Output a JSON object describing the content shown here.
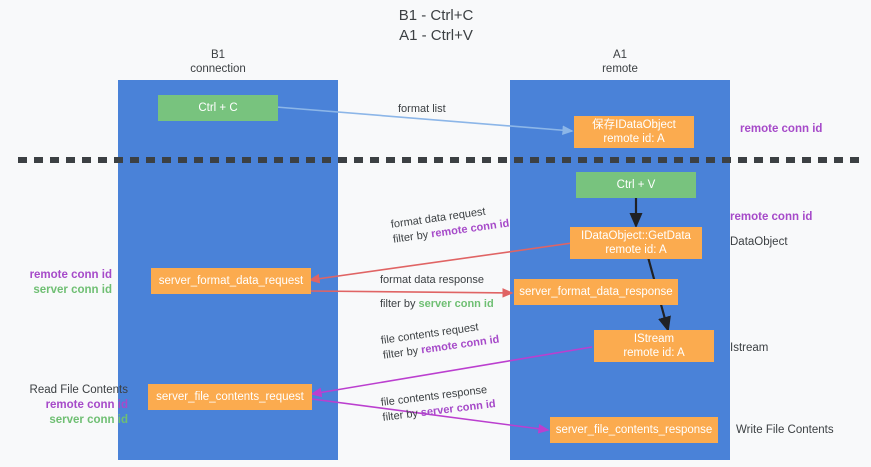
{
  "title": "B1 - Ctrl+C\nA1 - Ctrl+V",
  "colors": {
    "panel_blue": "#4a82d8",
    "node_orange": "#fbab4f",
    "node_green": "#78c37e",
    "accent_purple": "#a64ac9",
    "accent_green": "#6fbf73",
    "arrow_blue": "#8cb6e8",
    "arrow_red": "#e06464",
    "arrow_magenta": "#bb3fcf",
    "arrow_black": "#202124",
    "divider_black": "#3c4043",
    "background": "#f8f9fa"
  },
  "panels": [
    {
      "id": "b1",
      "title": "B1\nconnection"
    },
    {
      "id": "a1",
      "title": "A1\nremote"
    }
  ],
  "nodes": {
    "ctrl_c": {
      "line1": "Ctrl + C"
    },
    "save_idataobject": {
      "line1": "保存IDataObject",
      "line2": "remote id: A"
    },
    "ctrl_v": {
      "line1": "Ctrl + V"
    },
    "getdata": {
      "line1": "IDataObject::GetData",
      "line2": "remote id: A"
    },
    "server_format_data_request": {
      "line1": "server_format_data_request"
    },
    "server_format_data_response": {
      "line1": "server_format_data_response"
    },
    "istream": {
      "line1": "IStream",
      "line2": "remote id: A"
    },
    "server_file_contents_request": {
      "line1": "server_file_contents_request"
    },
    "server_file_contents_response": {
      "line1": "server_file_contents_response"
    }
  },
  "edge_labels": {
    "format_list": {
      "line1": "format list"
    },
    "format_data_request": {
      "line1": "format data request",
      "line2_prefix": "filter by ",
      "line2_highlight": "remote conn id"
    },
    "format_data_response": {
      "line1": "format data response",
      "line2_prefix": "filter by ",
      "line2_highlight": "server conn id"
    },
    "file_contents_request": {
      "line1": "file contents request",
      "line2_prefix": "filter by ",
      "line2_highlight": "remote conn id"
    },
    "file_contents_response": {
      "line1": "file contents response",
      "line2_prefix": "filter by ",
      "line2_highlight": "server conn id"
    }
  },
  "right_labels": {
    "remote_conn_id_top": "remote conn id",
    "remote_conn_id_mid": "remote conn id",
    "dataobject": "DataObject",
    "istream": "Istream",
    "write_file_contents": "Write File Contents"
  },
  "left_labels": {
    "format_stack_remote": "remote conn id",
    "format_stack_server": "server conn id",
    "read_file_contents": "Read File Contents",
    "file_stack_remote": "remote conn id",
    "file_stack_server": "server conn id"
  }
}
